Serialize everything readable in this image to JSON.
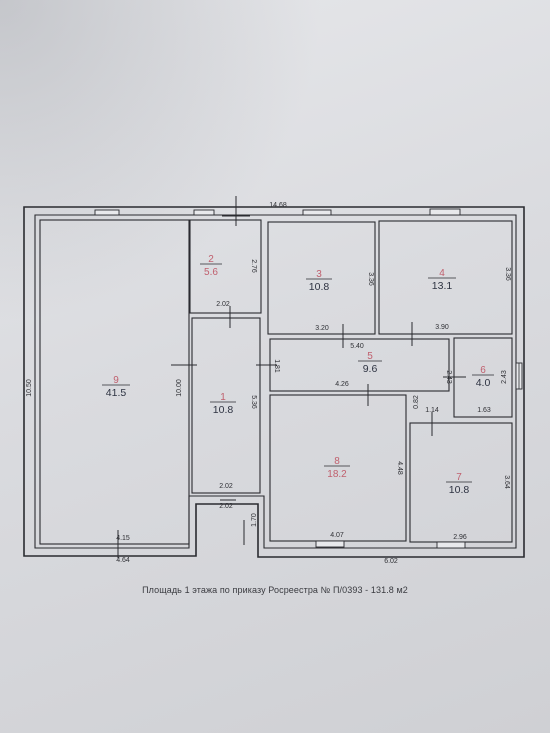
{
  "caption": "Площадь 1 этажа по приказу Росреестра № П/0393 - 131.8 м2",
  "overall_width": "14.68",
  "overall_height": "10.50",
  "rooms": [
    {
      "number": "9",
      "area": "41.5"
    },
    {
      "number": "2",
      "area": "5.6"
    },
    {
      "number": "3",
      "area": "10.8"
    },
    {
      "number": "4",
      "area": "13.1"
    },
    {
      "number": "1",
      "area": "10.8"
    },
    {
      "number": "5",
      "area": "9.6"
    },
    {
      "number": "6",
      "area": "4.0"
    },
    {
      "number": "8",
      "area": "18.2"
    },
    {
      "number": "7",
      "area": "10.8"
    }
  ],
  "dimensions": {
    "room2_height": "2.76",
    "room2_width": "2.02",
    "room3_height": "3.36",
    "room4_height": "3.36",
    "room3_width": "3.20",
    "room4_width": "3.90",
    "corridor_length": "5.40",
    "corridor_height": "1.81",
    "room1_height": "5.36",
    "room1_width_bottom": "2.02",
    "room9_height": "10.00",
    "room9_width_inner": "4.15",
    "room9_width_outer": "4.64",
    "room6_height": "2.43",
    "room6_right": "2.43",
    "room6_width": "1.63",
    "room8_top": "4.26",
    "room8_height": "4.48",
    "room8_width": "4.07",
    "door_gap": "0.82",
    "room7_top": "1.14",
    "room7_height": "3.64",
    "room7_width": "2.96",
    "bottom_width": "6.02",
    "porch_width": "2.02",
    "porch_height": "1.70"
  }
}
